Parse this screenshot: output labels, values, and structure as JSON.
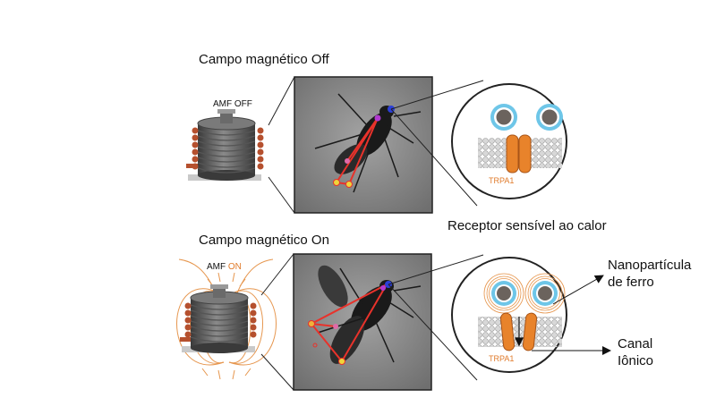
{
  "panel_off": {
    "title": "Campo magnético Off",
    "device_label": "AMF OFF",
    "channel_label": "TRPA1"
  },
  "panel_on": {
    "title": "Campo magnético On",
    "device_label_prefix": "AMF",
    "device_label_state": "ON",
    "channel_label": "TRPA1"
  },
  "caption_receptor": "Receptor sensível ao calor",
  "callout_nanoparticle": [
    "Nanopartícula",
    "de ferro"
  ],
  "callout_channel": [
    "Canal",
    "Iônico"
  ],
  "colors": {
    "accent_orange": "#e07b2b",
    "coil_copper": "#b5502e",
    "particle_ring": "#6ec6e8",
    "photo_bg": "#8f8f8f",
    "tracking_line": "#e8322b"
  }
}
